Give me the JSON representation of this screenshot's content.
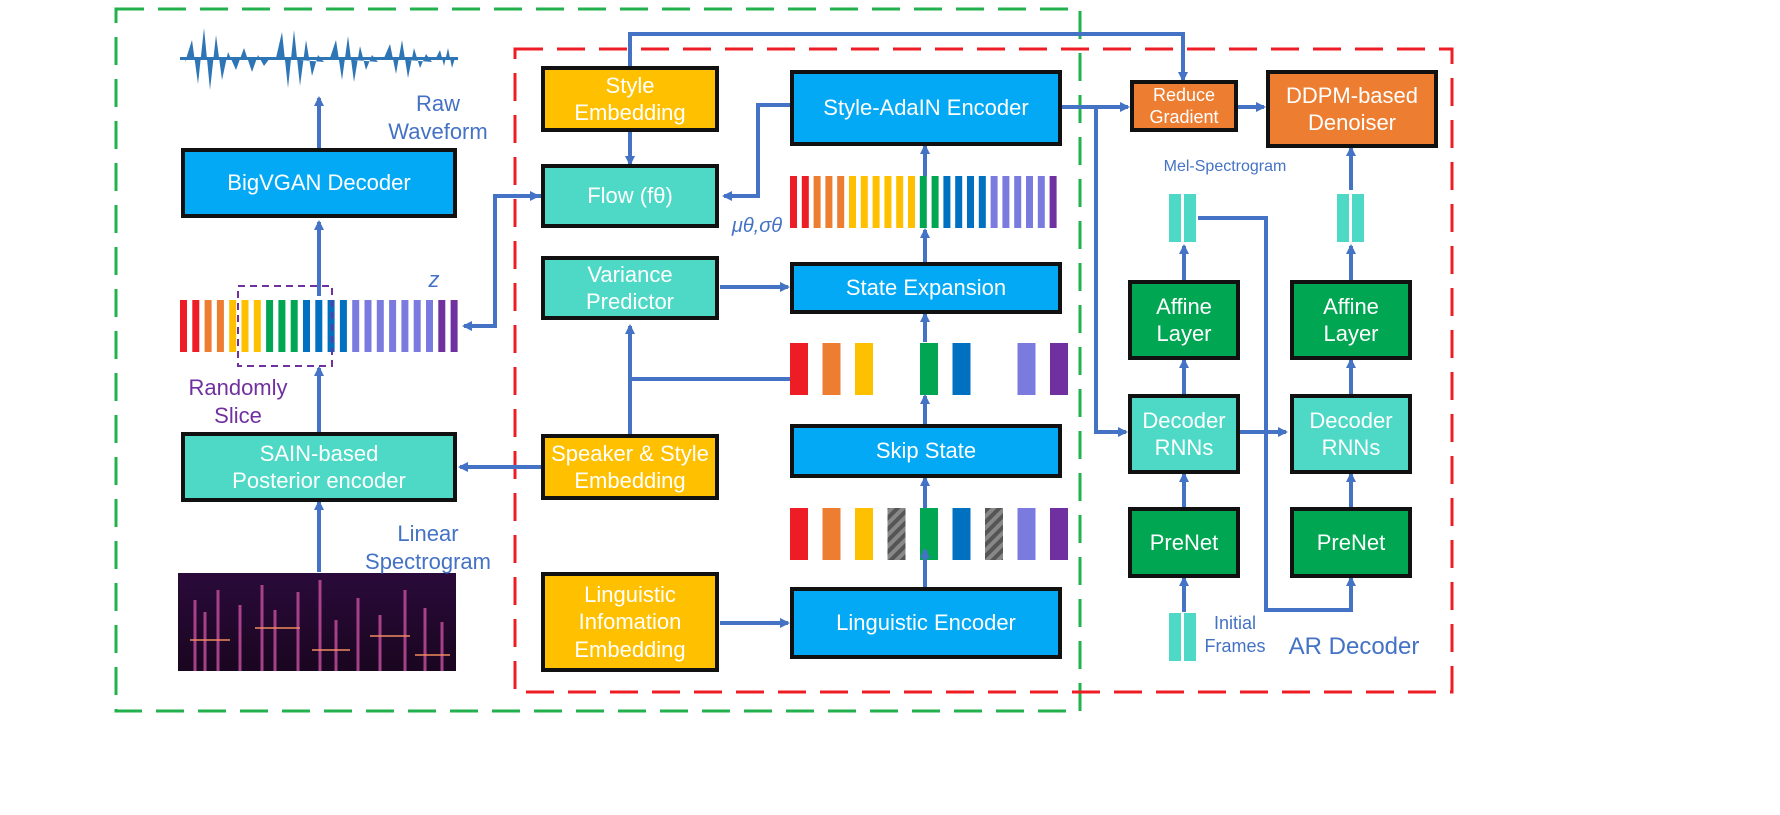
{
  "labels": {
    "raw_waveform": "Raw\nWaveform",
    "z": "z",
    "randomly_slice": "Randomly\nSlice",
    "linear_spectrogram": "Linear\nSpectrogram",
    "mu_sigma": "μθ,σθ",
    "mel_spectrogram": "Mel-Spectrogram",
    "initial_frames": "Initial\nFrames",
    "ar_decoder": "AR Decoder"
  },
  "blocks": {
    "bigvgan": "BigVGAN Decoder",
    "sain": "SAIN-based\nPosterior encoder",
    "style_emb": "Style\nEmbedding",
    "flow": "Flow (fθ)",
    "variance": "Variance\nPredictor",
    "speaker_style": "Speaker & Style\nEmbedding",
    "linguistic_emb": "Linguistic\nInfomation\nEmbedding",
    "style_adain": "Style-AdaIN Encoder",
    "state_expansion": "State Expansion",
    "skip_state": "Skip State",
    "linguistic_enc": "Linguistic Encoder",
    "reduce_gradient": "Reduce\nGradient",
    "ddpm": "DDPM-based\nDenoiser",
    "affine_1": "Affine\nLayer",
    "affine_2": "Affine\nLayer",
    "decoder_rnn_1": "Decoder\nRNNs",
    "decoder_rnn_2": "Decoder\nRNNs",
    "prenet_1": "PreNet",
    "prenet_2": "PreNet"
  },
  "colors": {
    "blue_block": "#03a9f4",
    "teal_block": "#4dd9c6",
    "gold_block": "#ffc000",
    "orange_block": "#ed7d31",
    "green_block": "#00a651",
    "arrow": "#4472c4",
    "green_dashed_frame": "#22b14c",
    "red_dashed_frame": "#ee1c24",
    "slice_label": "#7030a0"
  },
  "icons": {
    "waveform": "raw-waveform-graphic",
    "spectrogram": "linear-spectrogram-graphic",
    "latent_bars": "latent-sequence-bars"
  }
}
